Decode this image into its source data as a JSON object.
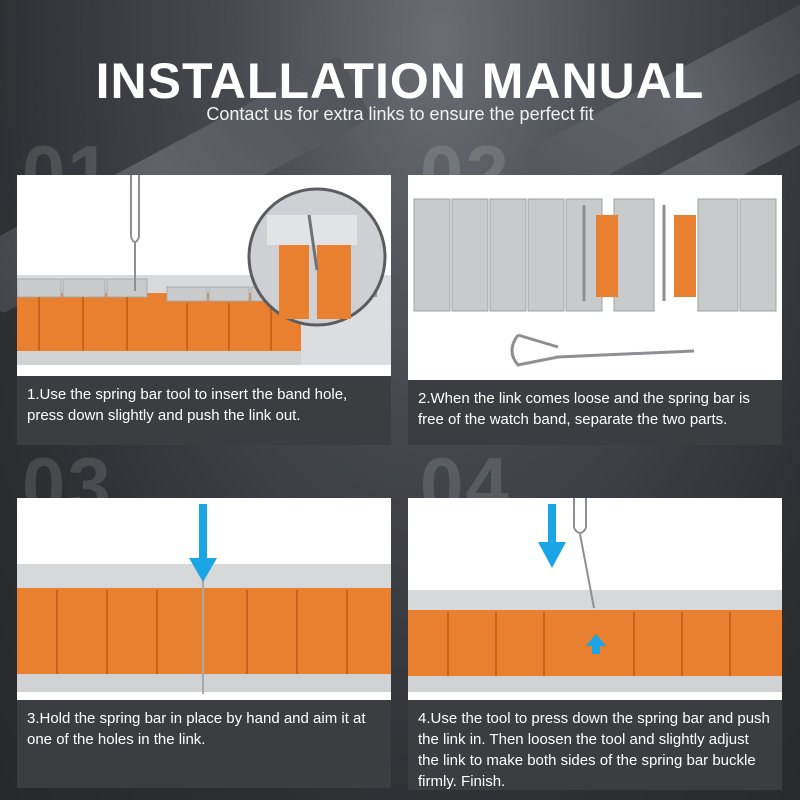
{
  "header": {
    "title": "INSTALLATION MANUAL",
    "subtitle": "Contact us for extra links to ensure the perfect fit"
  },
  "steps": [
    {
      "number": "01",
      "text": "1.Use the spring bar tool to insert the band hole, press down slightly and push the link out."
    },
    {
      "number": "02",
      "text": "2.When the link comes loose and the spring bar is free of the watch band, separate the two parts."
    },
    {
      "number": "03",
      "text": "3.Hold the spring bar in place by hand and aim it at one of the holes in the link."
    },
    {
      "number": "04",
      "text": "4.Use the tool to press down the spring bar and push the link in. Then loosen the tool and slightly adjust the link to make both sides of the spring bar buckle firmly. Finish."
    }
  ],
  "colors": {
    "orange": "#e9802f",
    "steel": "#c9cacc",
    "arrow": "#1aa6e6",
    "caption_bg": "#3b3d41"
  },
  "icons": [
    "spring-bar-tool-icon",
    "down-arrow-icon",
    "up-arrow-icon",
    "magnifier-icon"
  ]
}
